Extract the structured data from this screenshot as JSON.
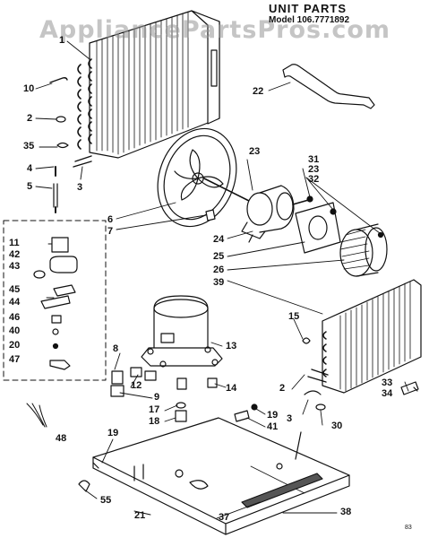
{
  "header": {
    "title": "UNIT PARTS",
    "model": "Model 106.7771892"
  },
  "watermark": "AppliancePartsPros.com",
  "footer_code": "83",
  "callouts": [
    {
      "id": "c1",
      "text": "1"
    },
    {
      "id": "c10",
      "text": "10"
    },
    {
      "id": "c2a",
      "text": "2"
    },
    {
      "id": "c35",
      "text": "35"
    },
    {
      "id": "c4",
      "text": "4"
    },
    {
      "id": "c5",
      "text": "5"
    },
    {
      "id": "c3a",
      "text": "3"
    },
    {
      "id": "c22",
      "text": "22"
    },
    {
      "id": "c23a",
      "text": "23"
    },
    {
      "id": "c6",
      "text": "6"
    },
    {
      "id": "c7",
      "text": "7"
    },
    {
      "id": "c31",
      "text": "31"
    },
    {
      "id": "c23b",
      "text": "23"
    },
    {
      "id": "c32",
      "text": "32"
    },
    {
      "id": "c24",
      "text": "24"
    },
    {
      "id": "c25",
      "text": "25"
    },
    {
      "id": "c26",
      "text": "26"
    },
    {
      "id": "c39",
      "text": "39"
    },
    {
      "id": "c11",
      "text": "11"
    },
    {
      "id": "c42",
      "text": "42"
    },
    {
      "id": "c43",
      "text": "43"
    },
    {
      "id": "c45",
      "text": "45"
    },
    {
      "id": "c44",
      "text": "44"
    },
    {
      "id": "c46",
      "text": "46"
    },
    {
      "id": "c40",
      "text": "40"
    },
    {
      "id": "c20",
      "text": "20"
    },
    {
      "id": "c47",
      "text": "47"
    },
    {
      "id": "c15",
      "text": "15"
    },
    {
      "id": "c13",
      "text": "13"
    },
    {
      "id": "c8",
      "text": "8"
    },
    {
      "id": "c12",
      "text": "12"
    },
    {
      "id": "c9",
      "text": "9"
    },
    {
      "id": "c14",
      "text": "14"
    },
    {
      "id": "c2b",
      "text": "2"
    },
    {
      "id": "c3b",
      "text": "3"
    },
    {
      "id": "c30",
      "text": "30"
    },
    {
      "id": "c33",
      "text": "33"
    },
    {
      "id": "c34",
      "text": "34"
    },
    {
      "id": "c17",
      "text": "17"
    },
    {
      "id": "c18",
      "text": "18"
    },
    {
      "id": "c19a",
      "text": "19"
    },
    {
      "id": "c19b",
      "text": "19"
    },
    {
      "id": "c41",
      "text": "41"
    },
    {
      "id": "c48",
      "text": "48"
    },
    {
      "id": "c55",
      "text": "55"
    },
    {
      "id": "c21",
      "text": "21"
    },
    {
      "id": "c37",
      "text": "37"
    },
    {
      "id": "c38",
      "text": "38"
    }
  ]
}
